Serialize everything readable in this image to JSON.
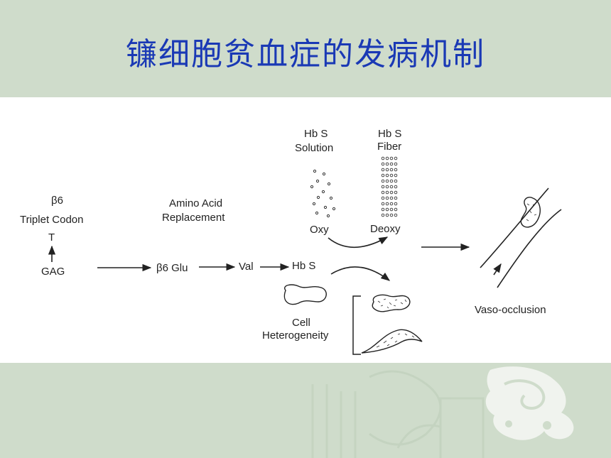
{
  "slide": {
    "title": "镰细胞贫血症的发病机制"
  },
  "diagram": {
    "beta6": "β6",
    "triplet_codon": "Triplet Codon",
    "codon_t": "T",
    "codon_gag": "GAG",
    "amino_acid_line1": "Amino Acid",
    "amino_acid_line2": "Replacement",
    "beta6_glu": "β6 Glu",
    "val": "Val",
    "hbs": "Hb S",
    "hbs_solution_line1": "Hb S",
    "hbs_solution_line2": "Solution",
    "hbs_fiber_line1": "Hb S",
    "hbs_fiber_line2": "Fiber",
    "oxy": "Oxy",
    "deoxy": "Deoxy",
    "cell_line1": "Cell",
    "cell_line2": "Heterogeneity",
    "vaso_occlusion": "Vaso-occlusion"
  },
  "colors": {
    "background": "#cfdccb",
    "title": "#1a39b5",
    "panel": "#ffffff"
  }
}
